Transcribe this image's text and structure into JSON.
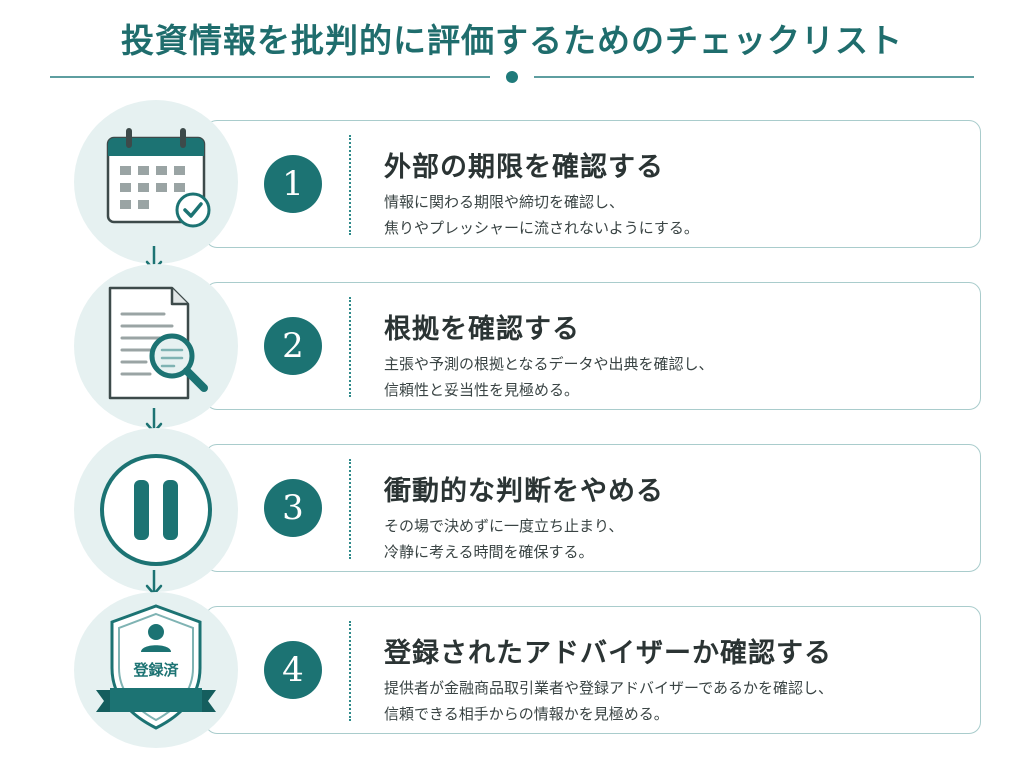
{
  "page": {
    "title": "投資情報を批判的に評価するためのチェックリスト"
  },
  "steps": [
    {
      "number": "1",
      "title": "外部の期限を確認する",
      "description": [
        "情報に関わる期限や締切を確認し、",
        "焦りやプレッシャーに流されないようにする。"
      ],
      "icon": "calendar-check-icon"
    },
    {
      "number": "2",
      "title": "根拠を確認する",
      "description": [
        "主張や予測の根拠となるデータや出典を確認し、",
        "信頼性と妥当性を見極める。"
      ],
      "icon": "document-magnifier-icon"
    },
    {
      "number": "3",
      "title": "衝動的な判断をやめる",
      "description": [
        "その場で決めずに一度立ち止まり、",
        "冷静に考える時間を確保する。"
      ],
      "icon": "pause-icon"
    },
    {
      "number": "4",
      "title": "登録されたアドバイザーか確認する",
      "description": [
        "提供者が金融商品取引業者や登録アドバイザーであるかを確認し、",
        "信頼できる相手からの情報かを見極める。"
      ],
      "icon": "registered-shield-icon",
      "badge_text": "登録済"
    }
  ],
  "colors": {
    "accent": "#1c7373",
    "light": "#e6f1f1",
    "border": "#a9cccc"
  }
}
